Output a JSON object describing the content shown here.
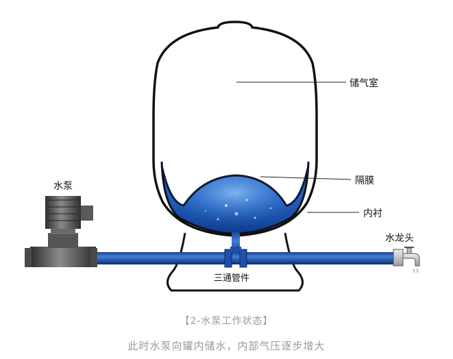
{
  "labels": {
    "air_chamber": "储气室",
    "diaphragm": "隔膜",
    "liner": "内衬",
    "pump": "水泵",
    "faucet": "水龙头",
    "tee_fitting": "三通管件"
  },
  "caption": {
    "title": "【2-水泵工作状态】",
    "description": "此时水泵向罐内储水，内部气压逐步增大"
  },
  "colors": {
    "water_dark": "#0d2f7a",
    "water_mid": "#1f63c4",
    "water_light": "#6fb3ee",
    "outline": "#111111",
    "pump_dark": "#3a3a3a",
    "pump_mid": "#6f6f6f",
    "leader_line": "#222222",
    "caption_text": "#9a9a9a"
  }
}
